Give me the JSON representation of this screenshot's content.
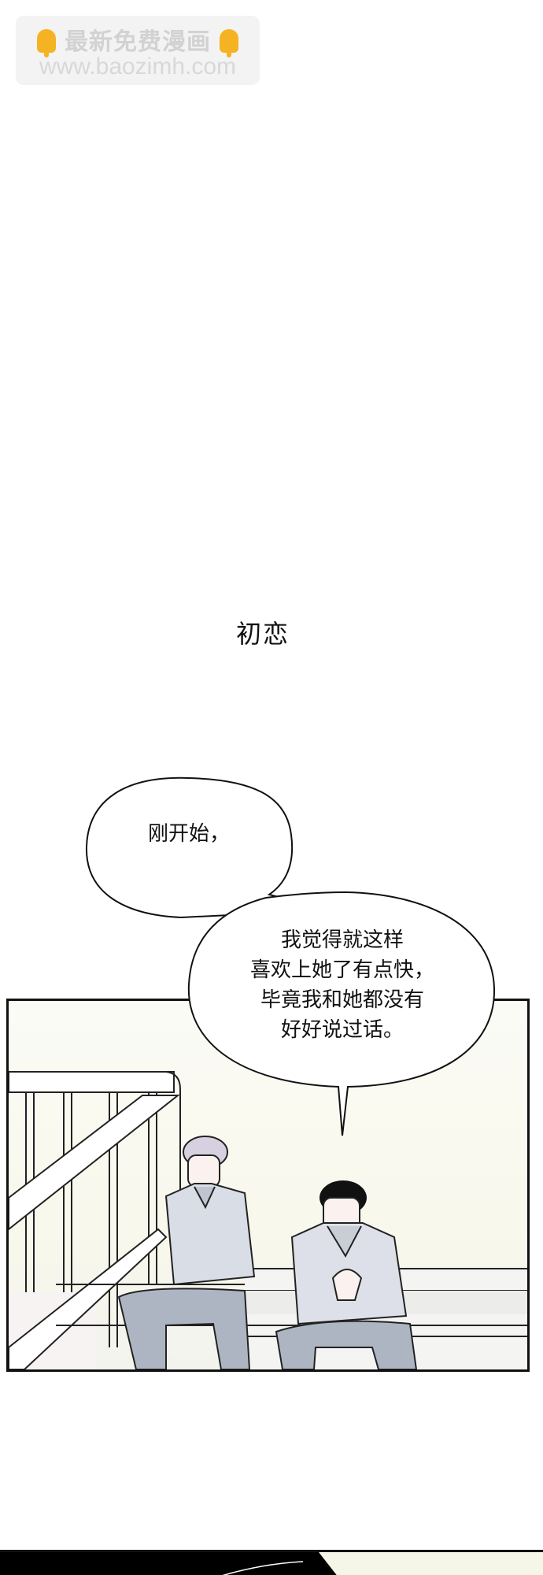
{
  "watermark": {
    "line1": "最新免费漫画",
    "line2": "www.baozimh.com",
    "icon_left": "pointing-down-hand-icon",
    "icon_right": "pointing-down-hand-icon",
    "icon_color": "#f5b323"
  },
  "chapter": {
    "title": "初恋"
  },
  "bubbles": [
    {
      "lines": [
        "刚开始，"
      ]
    },
    {
      "lines": [
        "我觉得就这样",
        "喜欢上她了有点快，",
        "毕竟我和她都没有",
        "好好说过话。"
      ]
    }
  ],
  "panel": {
    "description": "two students in school vests sitting on a bench by a stairwell railing",
    "colors": {
      "background": "#f8f8ec",
      "vest": "#d9dde6",
      "pants": "#aeb5c2",
      "hair_left": "#d7d0e0",
      "hair_right": "#111111"
    }
  }
}
